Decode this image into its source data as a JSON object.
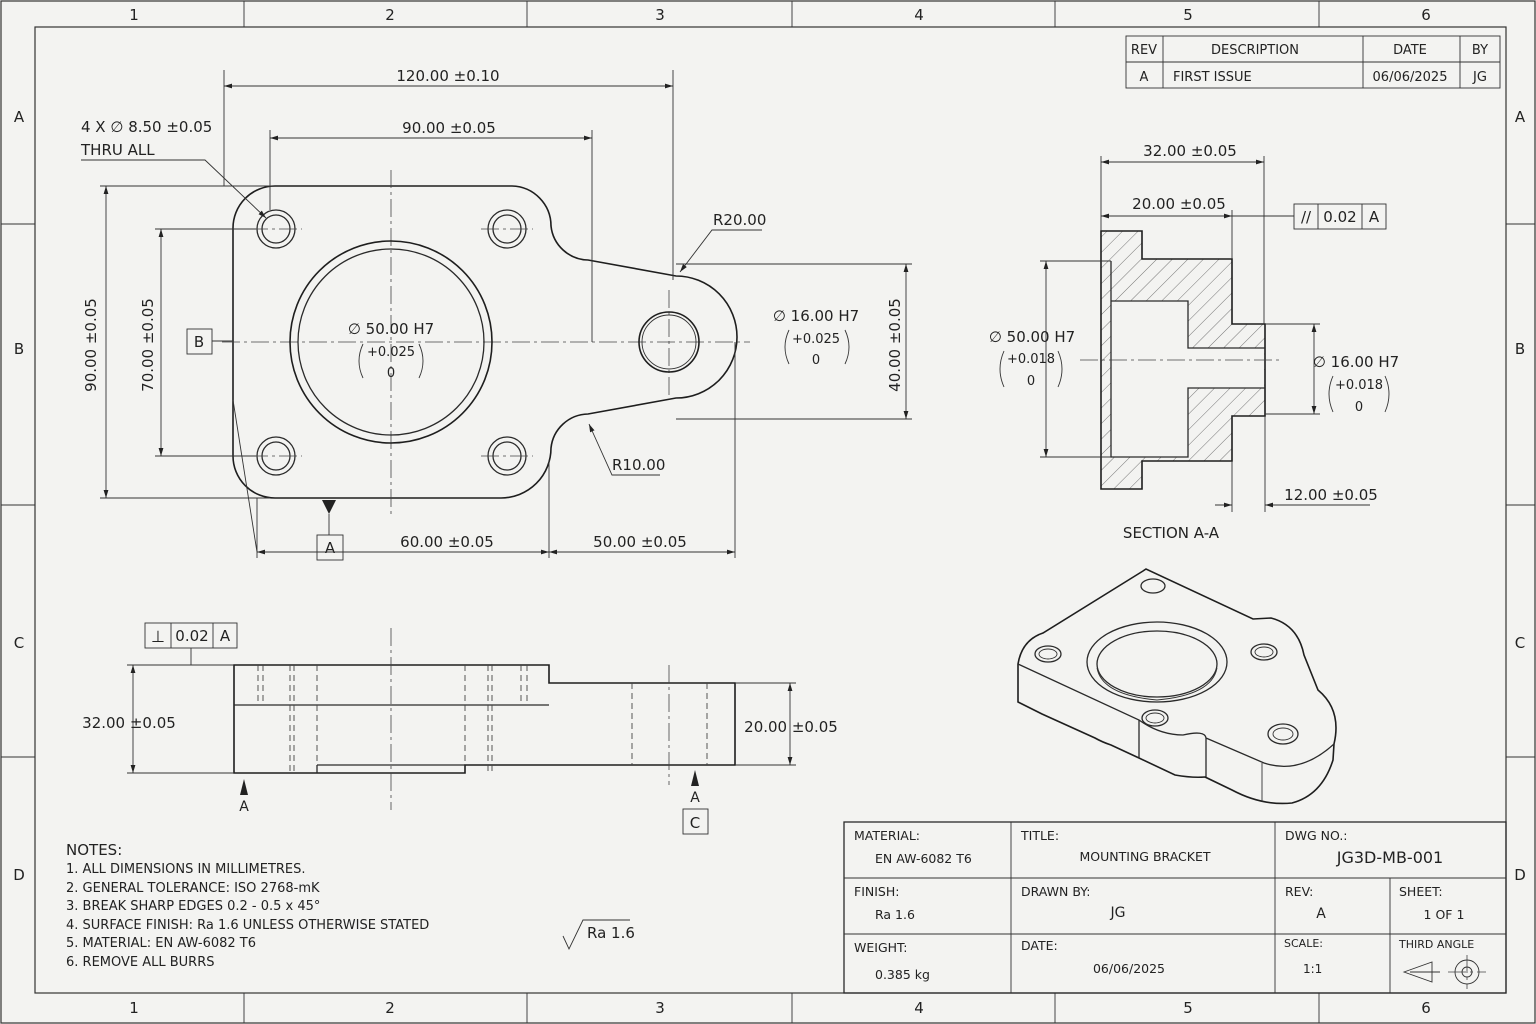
{
  "border": {
    "cols": [
      "1",
      "2",
      "3",
      "4",
      "5",
      "6"
    ],
    "rows": [
      "A",
      "B",
      "C",
      "D"
    ]
  },
  "revision_table": {
    "headers": [
      "REV",
      "DESCRIPTION",
      "DATE",
      "BY"
    ],
    "row": [
      "A",
      "FIRST ISSUE",
      "06/06/2025",
      "JG"
    ]
  },
  "plan_view": {
    "overall_length": "120.00 ±0.10",
    "hole_spacing_x": "90.00 ±0.05",
    "hole_callout_1": "4 X ∅ 8.50 ±0.05",
    "hole_callout_2": "THRU ALL",
    "radius_large": "R20.00",
    "radius_small": "R10.00",
    "bore_dia": "∅ 50.00 H7",
    "bore_tol_upper": "+0.025",
    "bore_tol_lower": "0",
    "pin_dia": "∅ 16.00 H7",
    "pin_tol_upper": "+0.025",
    "pin_tol_lower": "0",
    "overall_width": "90.00 ±0.05",
    "hole_spacing_y": "70.00 ±0.05",
    "tab_width": "40.00 ±0.05",
    "datum_b": "B",
    "datum_a": "A",
    "dim_60": "60.00 ±0.05",
    "dim_50": "50.00 ±0.05"
  },
  "section_view": {
    "width_32": "32.00 ±0.05",
    "width_20": "20.00 ±0.05",
    "gdt_symbol": "//",
    "gdt_value": "0.02",
    "gdt_datum": "A",
    "bore_dia": "∅ 50.00 H7",
    "bore_tol_upper": "+0.018",
    "bore_tol_lower": "0",
    "pin_dia": "∅ 16.00 H7",
    "pin_tol_upper": "+0.018",
    "pin_tol_lower": "0",
    "depth_12": "12.00 ±0.05",
    "label": "SECTION A-A"
  },
  "front_view": {
    "gdt_symbol": "⊥",
    "gdt_value": "0.02",
    "gdt_datum": "A",
    "height_32": "32.00 ±0.05",
    "height_20": "20.00 ±0.05",
    "section_mark_left": "A",
    "section_mark_right": "A",
    "datum_c": "C"
  },
  "notes": {
    "heading": "NOTES:",
    "items": [
      "1.   ALL DIMENSIONS IN MILLIMETRES.",
      "2.   GENERAL TOLERANCE: ISO 2768-mK",
      "3.   BREAK SHARP EDGES 0.2 - 0.5 x 45°",
      "4.   SURFACE FINISH: Ra 1.6 UNLESS OTHERWISE STATED",
      "5.   MATERIAL: EN AW-6082 T6",
      "6.   REMOVE ALL BURRS"
    ],
    "surface_symbol": "Ra 1.6"
  },
  "title_block": {
    "material_label": "MATERIAL:",
    "material_value": "EN AW-6082 T6",
    "title_label": "TITLE:",
    "title_value": "MOUNTING BRACKET",
    "dwg_label": "DWG NO.:",
    "dwg_value": "JG3D-MB-001",
    "finish_label": "FINISH:",
    "finish_value": "Ra 1.6",
    "drawn_label": "DRAWN BY:",
    "drawn_value": "JG",
    "rev_label": "REV:",
    "rev_value": "A",
    "sheet_label": "SHEET:",
    "sheet_value": "1 OF 1",
    "weight_label": "WEIGHT:",
    "weight_value": "0.385 kg",
    "date_label": "DATE:",
    "date_value": "06/06/2025",
    "scale_label": "SCALE:",
    "scale_value": "1:1",
    "projection_label": "THIRD ANGLE"
  }
}
